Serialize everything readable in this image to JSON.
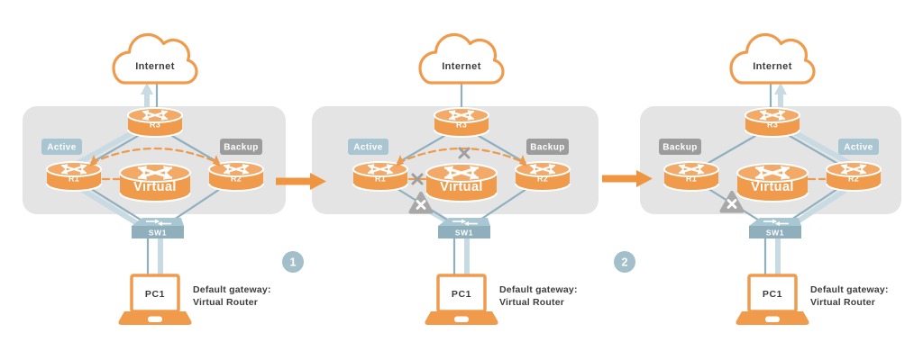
{
  "colors": {
    "orange": "#F09A4C",
    "orange_light": "#F3A967",
    "orange_arrow": "#F0953F",
    "dash_orange": "#EF9A4B",
    "panel_bg": "#E4E4E4",
    "line_thin": "#8FB0BF",
    "line_pale": "#C9DBE2",
    "badge_active": "#A9C5D1",
    "badge_backup": "#9C9C9C",
    "gray_mark": "#9E9E9E",
    "triangle_gray": "#A8A8A8",
    "switch_top": "#A9C6D3",
    "switch_front": "#90AFBD",
    "step_badge": "#A3BFCA",
    "text_dark": "#3D3D3D"
  },
  "panels": [
    {
      "cloud": "Internet",
      "router_top": "R3",
      "router_left": "R1",
      "router_right": "R2",
      "router_virtual": "Virtual",
      "switch": "SW1",
      "pc": "PC1",
      "badge_left": "Active",
      "badge_right": "Backup",
      "gateway_line1": "Default gateway:",
      "gateway_line2": "Virtual Router"
    },
    {
      "cloud": "Internet",
      "router_top": "R3",
      "router_left": "R1",
      "router_right": "R2",
      "router_virtual": "Virtual",
      "switch": "SW1",
      "pc": "PC1",
      "badge_left": "Active",
      "badge_right": "Backup",
      "gateway_line1": "Default gateway:",
      "gateway_line2": "Virtual Router"
    },
    {
      "cloud": "Internet",
      "router_top": "R3",
      "router_left": "R1",
      "router_right": "R2",
      "router_virtual": "Virtual",
      "switch": "SW1",
      "pc": "PC1",
      "badge_left": "Backup",
      "badge_right": "Active",
      "gateway_line1": "Default gateway:",
      "gateway_line2": "Virtual Router"
    }
  ],
  "steps": [
    {
      "label": "1"
    },
    {
      "label": "2"
    }
  ]
}
